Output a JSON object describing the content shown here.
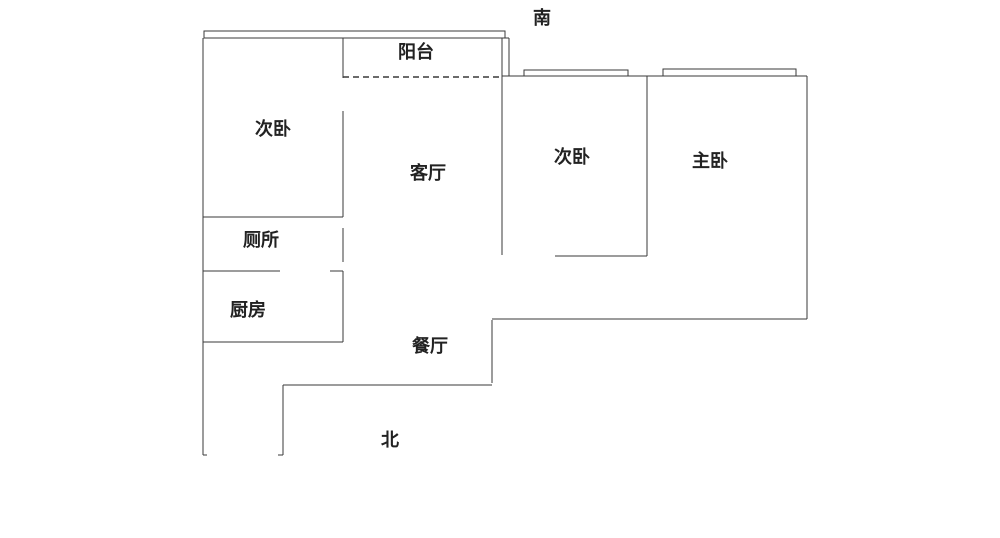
{
  "compass": {
    "south": "南",
    "north": "北"
  },
  "rooms": {
    "balcony": "阳台",
    "secondary_bedroom_left": "次卧",
    "living_room": "客厅",
    "secondary_bedroom_right": "次卧",
    "master_bedroom": "主卧",
    "toilet": "厕所",
    "kitchen": "厨房",
    "dining_room": "餐厅"
  }
}
